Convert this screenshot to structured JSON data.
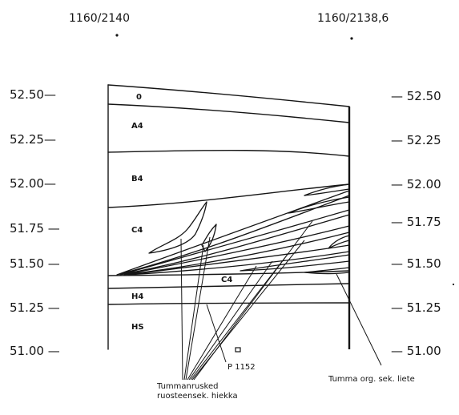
{
  "header": {
    "left_point": "1160/2140",
    "right_point": "1160/2138,6"
  },
  "elevations_left": [
    "52.50—",
    "52.25—",
    "52.00—",
    "51.75 —",
    "51.50 —",
    "51.25 —",
    "51.00 —"
  ],
  "elevations_right": [
    "— 52.50",
    "— 52.25",
    "— 52.00",
    "— 51.75",
    "— 51.50",
    "— 51.25",
    "— 51.00"
  ],
  "layers": {
    "o": "0",
    "a4": "A4",
    "b4": "B4",
    "c4_upper": "C4",
    "c4_lower": "C4",
    "h4": "H4",
    "hs": "HS"
  },
  "annotations": {
    "sample": "P 1152",
    "brown_line1": "Tummanrusked",
    "brown_line2": "ruosteensek. hiekka",
    "dark_silt": "Tumma org. sek. liete"
  }
}
